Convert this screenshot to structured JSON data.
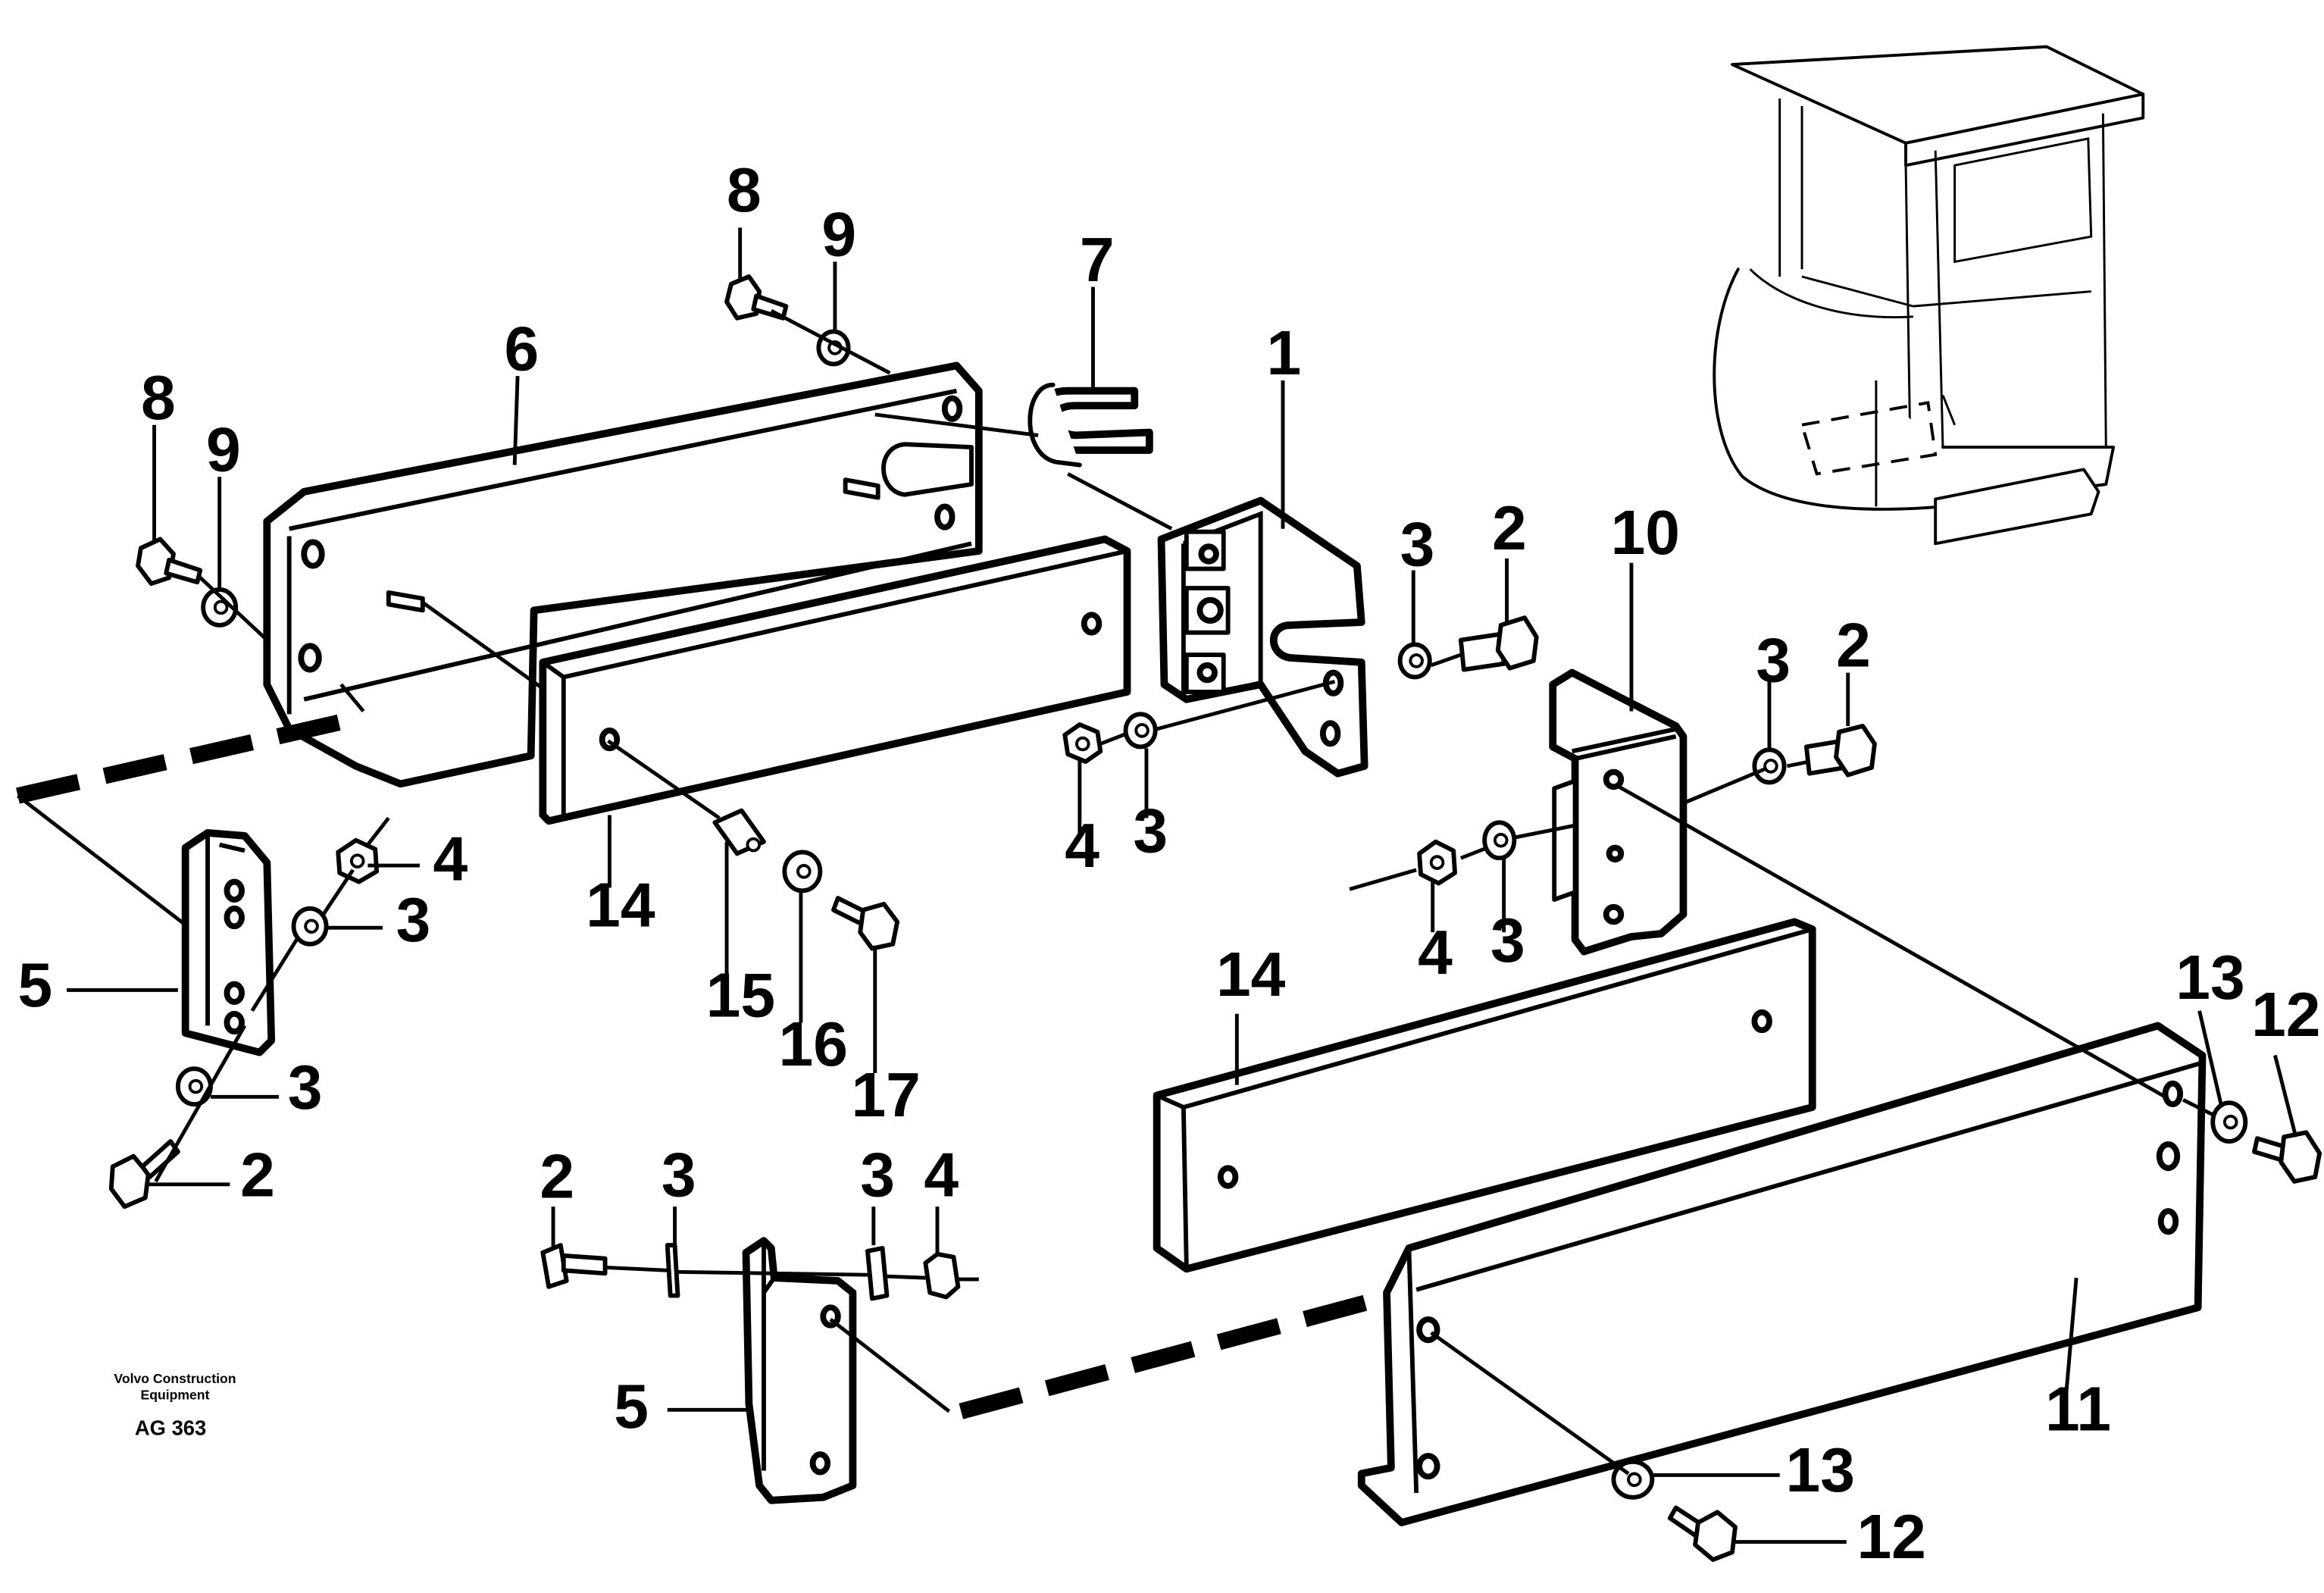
{
  "figure": {
    "company": "Volvo Construction",
    "company_line2": "Equipment",
    "code": "AG 363"
  },
  "callouts": [
    {
      "id": "c1",
      "text": "1"
    },
    {
      "id": "c2a",
      "text": "2"
    },
    {
      "id": "c2b",
      "text": "2"
    },
    {
      "id": "c2c",
      "text": "2"
    },
    {
      "id": "c2d",
      "text": "2"
    },
    {
      "id": "c3a",
      "text": "3"
    },
    {
      "id": "c3b",
      "text": "3"
    },
    {
      "id": "c3c",
      "text": "3"
    },
    {
      "id": "c3d",
      "text": "3"
    },
    {
      "id": "c3e",
      "text": "3"
    },
    {
      "id": "c3f",
      "text": "3"
    },
    {
      "id": "c3g",
      "text": "3"
    },
    {
      "id": "c3h",
      "text": "3"
    },
    {
      "id": "c4a",
      "text": "4"
    },
    {
      "id": "c4b",
      "text": "4"
    },
    {
      "id": "c4c",
      "text": "4"
    },
    {
      "id": "c4d",
      "text": "4"
    },
    {
      "id": "c5a",
      "text": "5"
    },
    {
      "id": "c5b",
      "text": "5"
    },
    {
      "id": "c6",
      "text": "6"
    },
    {
      "id": "c7",
      "text": "7"
    },
    {
      "id": "c8a",
      "text": "8"
    },
    {
      "id": "c8b",
      "text": "8"
    },
    {
      "id": "c9a",
      "text": "9"
    },
    {
      "id": "c9b",
      "text": "9"
    },
    {
      "id": "c10",
      "text": "10"
    },
    {
      "id": "c11",
      "text": "11"
    },
    {
      "id": "c12a",
      "text": "12"
    },
    {
      "id": "c12b",
      "text": "12"
    },
    {
      "id": "c13a",
      "text": "13"
    },
    {
      "id": "c13b",
      "text": "13"
    },
    {
      "id": "c14a",
      "text": "14"
    },
    {
      "id": "c14b",
      "text": "14"
    },
    {
      "id": "c15",
      "text": "15"
    },
    {
      "id": "c16",
      "text": "16"
    },
    {
      "id": "c17",
      "text": "17"
    }
  ]
}
